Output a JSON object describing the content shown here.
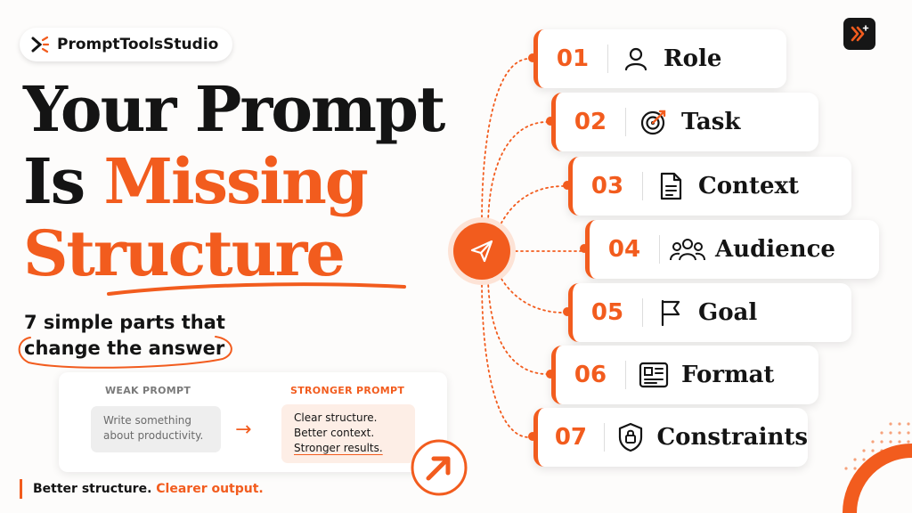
{
  "brand": {
    "name": "PromptToolsStudio"
  },
  "title": {
    "line1": "Your Prompt",
    "line2_plain": "Is ",
    "line2_accent": "Missing",
    "line3_accent": "Structure"
  },
  "subtitle": {
    "line1": "7 simple parts that",
    "line2": "change the answer"
  },
  "comparison": {
    "weak_label": "WEAK PROMPT",
    "weak_text": "Write something about productivity.",
    "strong_label": "STRONGER PROMPT",
    "strong_lines": [
      "Clear structure.",
      "Better context.",
      "Stronger results."
    ]
  },
  "footer": {
    "plain": "Better structure. ",
    "accent": "Clearer output."
  },
  "steps": [
    {
      "num": "01",
      "label": "Role",
      "icon": "user-icon"
    },
    {
      "num": "02",
      "label": "Task",
      "icon": "target-icon"
    },
    {
      "num": "03",
      "label": "Context",
      "icon": "document-icon"
    },
    {
      "num": "04",
      "label": "Audience",
      "icon": "group-icon"
    },
    {
      "num": "05",
      "label": "Goal",
      "icon": "flag-icon"
    },
    {
      "num": "06",
      "label": "Format",
      "icon": "layout-icon"
    },
    {
      "num": "07",
      "label": "Constraints",
      "icon": "lock-shield-icon"
    }
  ],
  "colors": {
    "accent": "#f25c1e",
    "text": "#141414",
    "background": "#fdfcfb"
  }
}
